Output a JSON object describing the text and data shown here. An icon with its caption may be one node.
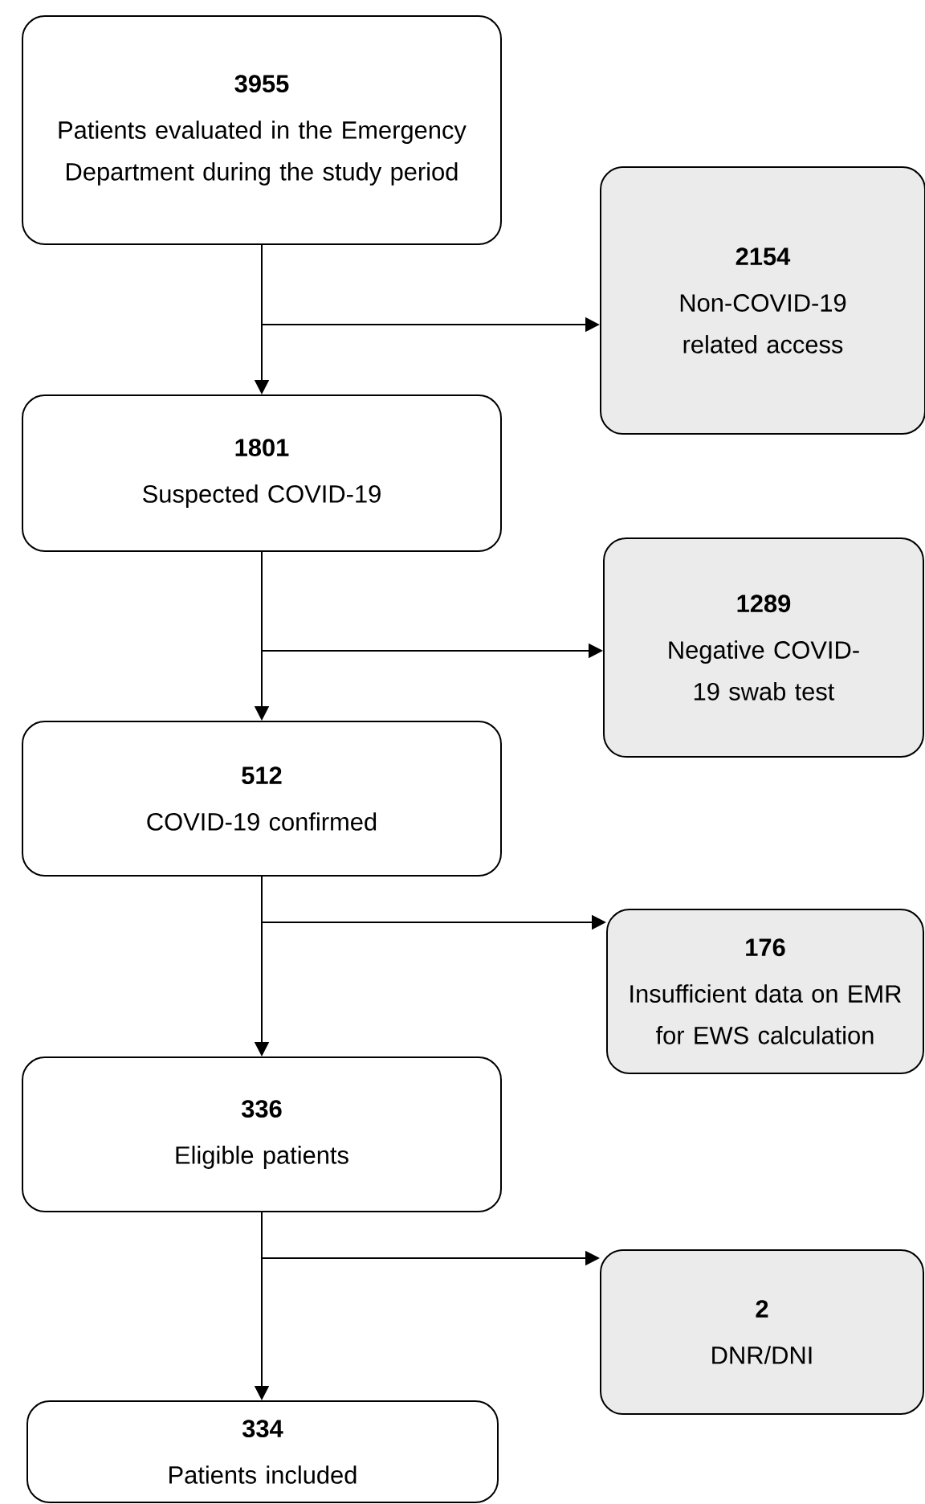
{
  "diagram": {
    "nodes": [
      {
        "text": [
          "3955",
          "Patients evaluated in the Emergency Department during the study period"
        ]
      },
      {
        "text": [
          "2154",
          "Non-COVID-19 related access"
        ]
      },
      {
        "text": [
          "1801",
          "Suspected COVID-19"
        ]
      },
      {
        "text": [
          "1289",
          "Negative COVID-19 swab test"
        ]
      },
      {
        "text": [
          "512",
          "COVID-19 confirmed"
        ]
      },
      {
        "text": [
          "176",
          "Insufficient data on EMR for EWS calculation"
        ]
      },
      {
        "text": [
          "336",
          "Eligible patients"
        ]
      },
      {
        "text": [
          "2",
          "DNR/DNI"
        ]
      },
      {
        "text": [
          "334",
          "Patients included"
        ]
      }
    ],
    "edges": [
      {
        "from": 0,
        "to": 2,
        "arrow": "to"
      },
      {
        "from": 0,
        "to": 1,
        "arrow": "to"
      },
      {
        "from": 2,
        "to": 4,
        "arrow": "to"
      },
      {
        "from": 2,
        "to": 3,
        "arrow": "to"
      },
      {
        "from": 4,
        "to": 6,
        "arrow": "to"
      },
      {
        "from": 4,
        "to": 5,
        "arrow": "to"
      },
      {
        "from": 6,
        "to": 8,
        "arrow": "to"
      },
      {
        "from": 6,
        "to": 7,
        "arrow": "to"
      }
    ]
  }
}
